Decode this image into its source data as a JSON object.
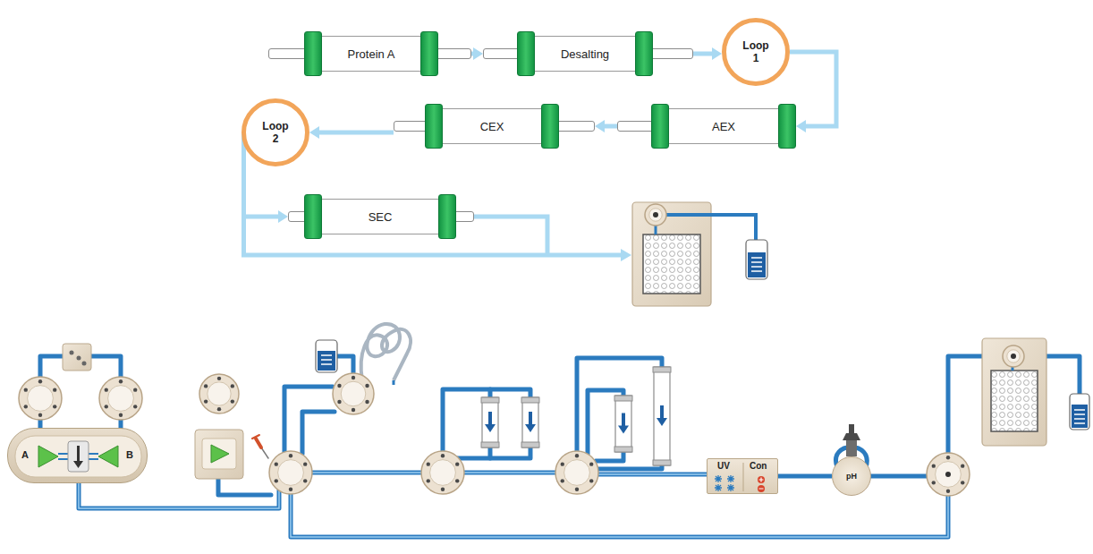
{
  "diagram": {
    "nodes": [
      {
        "text": [
          "Protein A"
        ]
      },
      {
        "text": [
          "Desalting"
        ]
      },
      {
        "text": [
          "Loop 1"
        ]
      },
      {
        "text": [
          "AEX"
        ]
      },
      {
        "text": [
          "CEX"
        ]
      },
      {
        "text": [
          "Loop 2"
        ]
      },
      {
        "text": [
          "SEC"
        ]
      },
      {
        "text": [
          "A",
          "B"
        ]
      },
      {
        "text": [
          "UV",
          "Con"
        ]
      },
      {
        "text": [
          "pH"
        ]
      }
    ],
    "edges": [
      {
        "from": 0,
        "to": 1,
        "arrow": "to"
      },
      {
        "from": 1,
        "to": 2,
        "arrow": "to"
      },
      {
        "from": 2,
        "to": 3,
        "arrow": "to"
      },
      {
        "from": 3,
        "to": 4,
        "arrow": "to"
      },
      {
        "from": 4,
        "to": 5,
        "arrow": "to"
      },
      {
        "from": 5,
        "to": 6,
        "arrow": "to"
      },
      {
        "from": 8,
        "to": 9,
        "arrow": "none"
      }
    ]
  }
}
